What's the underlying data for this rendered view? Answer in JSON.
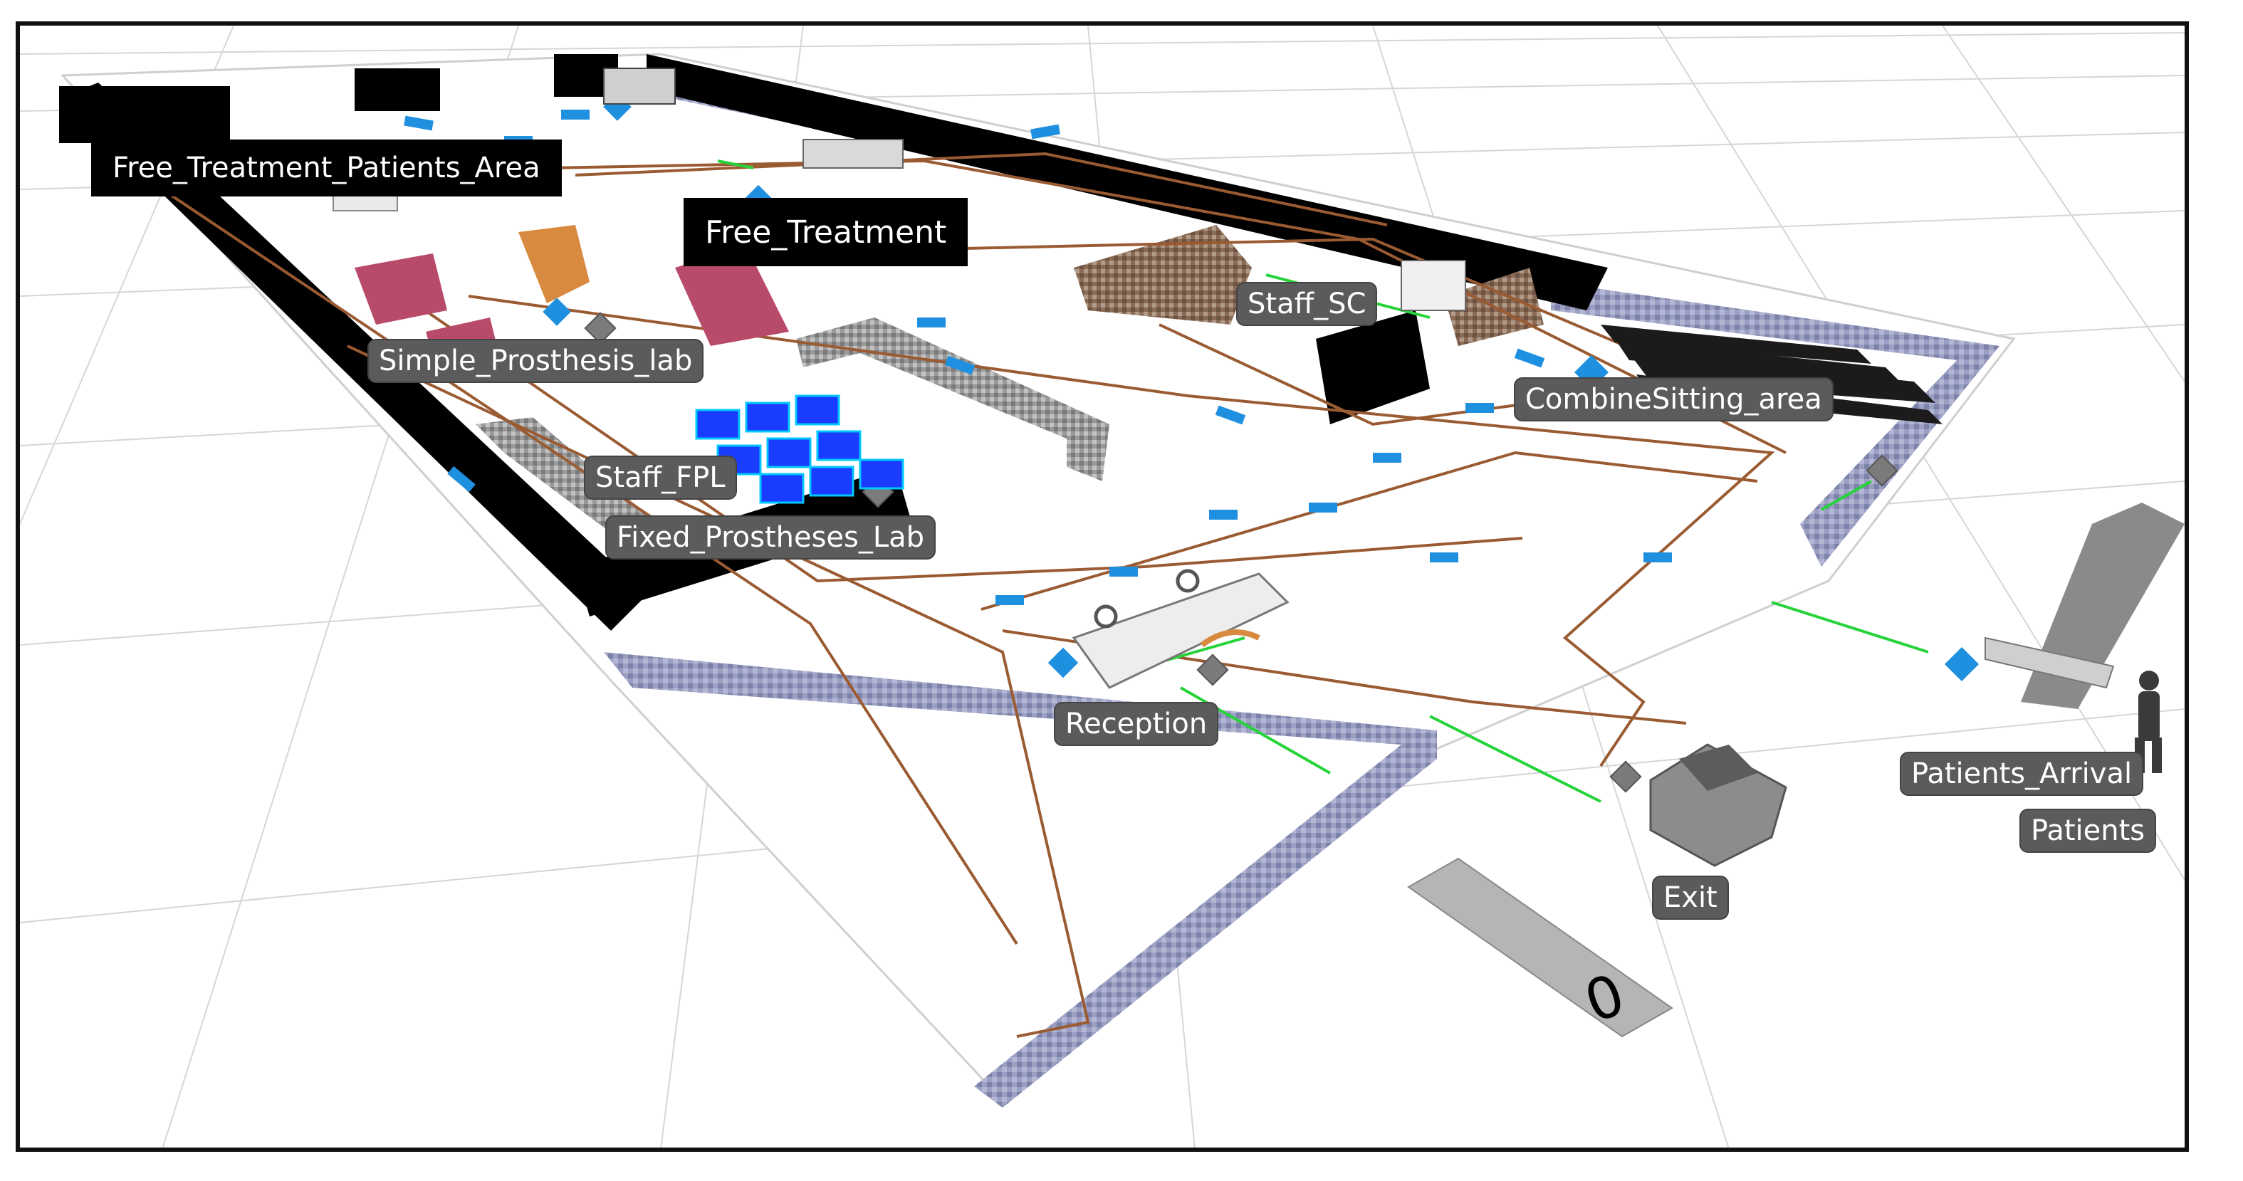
{
  "labels": {
    "free_treatment_patients_area": "Free_Treatment_Patients_Area",
    "free_treatment": "Free_Treatment",
    "staff_sc": "Staff_SC",
    "simple_prosthesis_lab": "Simple_Prosthesis_lab",
    "combine_sitting_area": "CombineSitting_area",
    "staff_fpl": "Staff_FPL",
    "fixed_prostheses_lab": "Fixed_Prostheses_Lab",
    "reception": "Reception",
    "patients_arrival": "Patients_Arrival",
    "patients": "Patients",
    "exit": "Exit",
    "counter_value": "0"
  },
  "colors": {
    "route_line": "#9a5b32",
    "queue_line": "#27d33a",
    "waypoint": "#1f8fe0",
    "wall": "#000000",
    "stone_wall": "#8a8fb5",
    "label_bg": "#5b5b5b"
  }
}
